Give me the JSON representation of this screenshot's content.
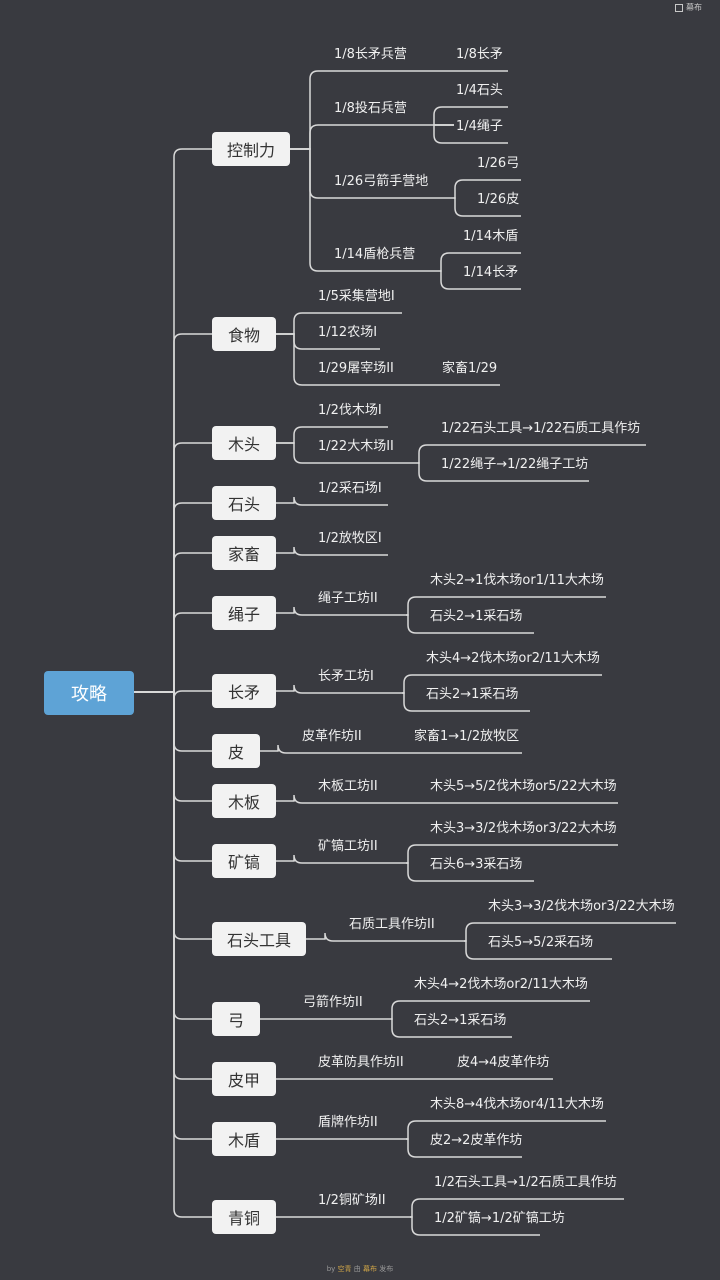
{
  "corner": {
    "label": "幕布"
  },
  "root": {
    "label": "攻略"
  },
  "footer": {
    "by": "by",
    "author": "空青",
    "from": "由",
    "app": "幕布",
    "published": "发布"
  },
  "categories": [
    {
      "label": "控制力",
      "items": [
        {
          "label": "1/8长矛兵营",
          "children": [
            "1/8长矛"
          ]
        },
        {
          "label": "1/8投石兵营",
          "children": [
            "1/4石头",
            "1/4绳子"
          ]
        },
        {
          "label": "1/26弓箭手营地",
          "children": [
            "1/26弓",
            "1/26皮"
          ]
        },
        {
          "label": "1/14盾枪兵营",
          "children": [
            "1/14木盾",
            "1/14长矛"
          ]
        }
      ]
    },
    {
      "label": "食物",
      "items": [
        {
          "label": "1/5采集营地I",
          "children": []
        },
        {
          "label": "1/12农场I",
          "children": []
        },
        {
          "label": "1/29屠宰场II",
          "children": [
            "家畜1/29"
          ]
        }
      ]
    },
    {
      "label": "木头",
      "items": [
        {
          "label": "1/2伐木场I",
          "children": []
        },
        {
          "label": "1/22大木场II",
          "children": [
            "1/22石头工具→1/22石质工具作坊",
            "1/22绳子→1/22绳子工坊"
          ]
        }
      ]
    },
    {
      "label": "石头",
      "items": [
        {
          "label": "1/2采石场I",
          "children": []
        }
      ]
    },
    {
      "label": "家畜",
      "items": [
        {
          "label": "1/2放牧区I",
          "children": []
        }
      ]
    },
    {
      "label": "绳子",
      "items": [
        {
          "label": "绳子工坊II",
          "children": [
            "木头2→1伐木场or1/11大木场",
            "石头2→1采石场"
          ]
        }
      ]
    },
    {
      "label": "长矛",
      "items": [
        {
          "label": "长矛工坊I",
          "children": [
            "木头4→2伐木场or2/11大木场",
            "石头2→1采石场"
          ]
        }
      ]
    },
    {
      "label": "皮",
      "items": [
        {
          "label": "皮革作坊II",
          "children": [
            "家畜1→1/2放牧区"
          ]
        }
      ]
    },
    {
      "label": "木板",
      "items": [
        {
          "label": "木板工坊II",
          "children": [
            "木头5→5/2伐木场or5/22大木场"
          ]
        }
      ]
    },
    {
      "label": "矿镐",
      "items": [
        {
          "label": "矿镐工坊II",
          "children": [
            "木头3→3/2伐木场or3/22大木场",
            "石头6→3采石场"
          ]
        }
      ]
    },
    {
      "label": "石头工具",
      "items": [
        {
          "label": "石质工具作坊II",
          "children": [
            "木头3→3/2伐木场or3/22大木场",
            "石头5→5/2采石场"
          ]
        }
      ]
    },
    {
      "label": "弓",
      "items": [
        {
          "label": "弓箭作坊II",
          "children": [
            "木头4→2伐木场or2/11大木场",
            "石头2→1采石场"
          ]
        }
      ]
    },
    {
      "label": "皮甲",
      "items": [
        {
          "label": "皮革防具作坊II",
          "children": [
            "皮4→4皮革作坊"
          ]
        }
      ]
    },
    {
      "label": "木盾",
      "items": [
        {
          "label": "盾牌作坊II",
          "children": [
            "木头8→4伐木场or4/11大木场",
            "皮2→2皮革作坊"
          ]
        }
      ]
    },
    {
      "label": "青铜",
      "items": [
        {
          "label": "1/2铜矿场II",
          "children": [
            "1/2石头工具→1/2石质工具作坊",
            "1/2矿镐→1/2矿镐工坊"
          ]
        }
      ]
    }
  ]
}
